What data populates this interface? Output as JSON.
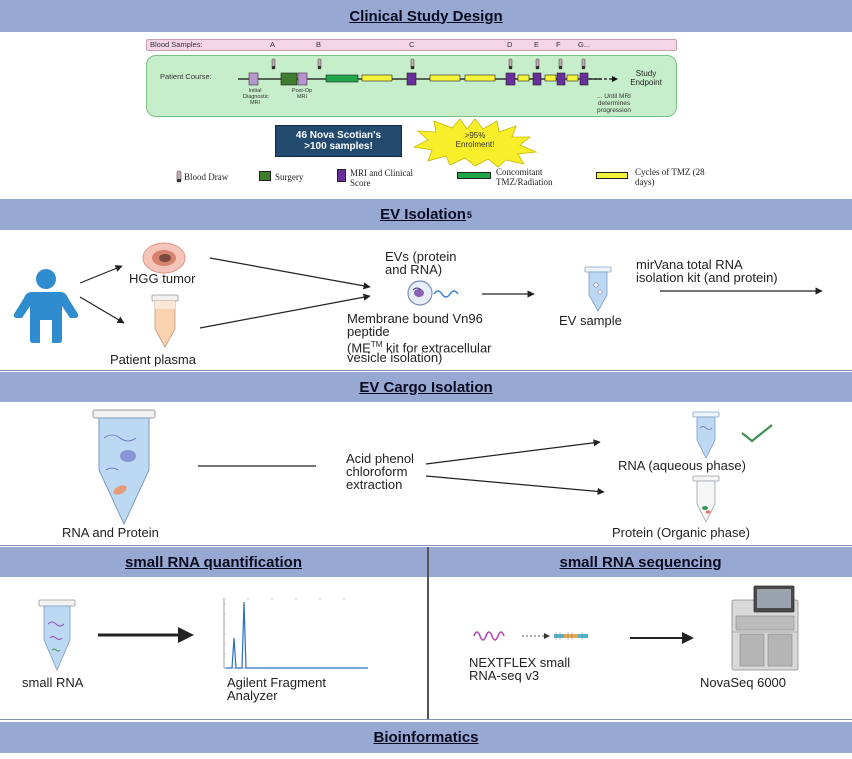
{
  "sections": {
    "clinical": "Clinical Study Design",
    "ev_isolation": "EV Isolation",
    "ev_isolation_sup": "5",
    "cargo": "EV Cargo Isolation",
    "quant": "small RNA quantification",
    "seq": "small RNA sequencing",
    "bioinfo": "Bioinformatics"
  },
  "clinical": {
    "blood_samples_label": "Blood Samples:",
    "timepoints": [
      "A",
      "B",
      "C",
      "D",
      "E",
      "F",
      "G..."
    ],
    "patient_course_label": "Patient Course:",
    "initial_mri": "Initial Diagnostic MRI",
    "postop_mri": "Post-Op MRI",
    "study_endpoint": "Study Endpoint",
    "until_mri": "... Until MRI determines progression",
    "badge_blue_line1": "46 Nova Scotian's",
    "badge_blue_line2": ">100 samples!",
    "badge_yellow_line1": ">95%",
    "badge_yellow_line2": "Enrolment!",
    "legend": {
      "blood_draw": "Blood Draw",
      "surgery": "Surgery",
      "mri": "MRI and Clinical Score",
      "concomitant": "Concomitant TMZ/Radiation",
      "cycles": "Cycles of TMZ (28 days)"
    },
    "colors": {
      "surgery": "#3f7d2e",
      "mri": "#6a2e9a",
      "concomitant": "#1fa64a",
      "tmz": "#f5f23a",
      "blood": "#9a6b78"
    }
  },
  "ev": {
    "hgg": "HGG tumor",
    "plasma": "Patient plasma",
    "evs_line1": "EVs (protein",
    "evs_line2": "and RNA)",
    "membrane_line1": "Membrane bound Vn96",
    "membrane_line2": "peptide",
    "membrane_line3_pre": "(ME",
    "membrane_line3_sup": "TM",
    "membrane_line3_post": " kit for extracellular",
    "membrane_line4": "vesicle isolation)",
    "ev_sample": "EV sample",
    "mirvana_line1": "mirVana total RNA",
    "mirvana_line2": "isolation kit (and protein)"
  },
  "cargo": {
    "rna_protein": "RNA and Protein",
    "acid_line1": "Acid phenol",
    "acid_line2": "chloroform",
    "acid_line3": "extraction",
    "rna_aq": "RNA (aqueous phase)",
    "protein_org": "Protein (Organic phase)"
  },
  "quant": {
    "small_rna": "small RNA",
    "agilent_line1": "Agilent Fragment",
    "agilent_line2": "Analyzer"
  },
  "seq": {
    "nextflex_line1": "NEXTFLEX small",
    "nextflex_line2": "RNA-seq v3",
    "novaseq": "NovaSeq 6000"
  }
}
